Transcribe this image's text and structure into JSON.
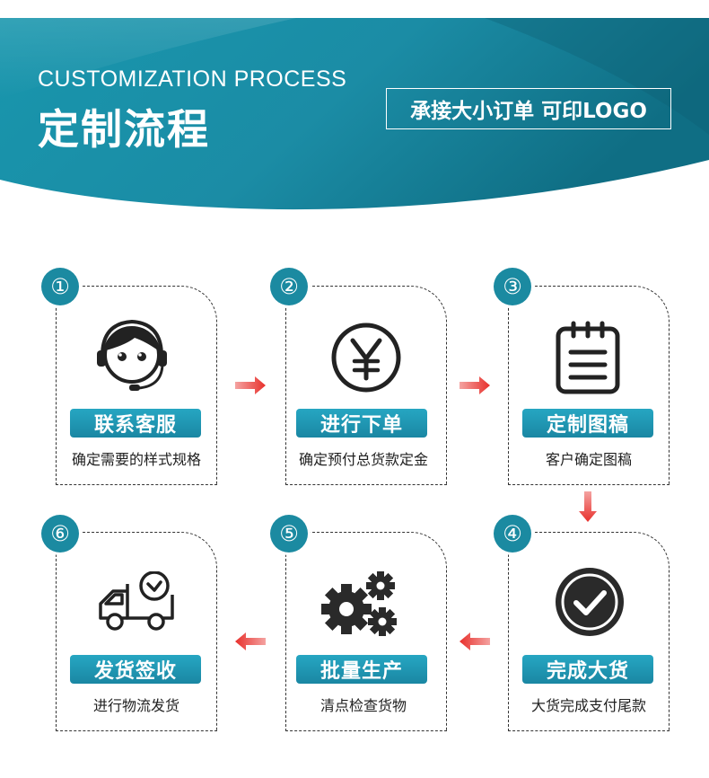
{
  "header": {
    "subtitle_en": "CUSTOMIZATION PROCESS",
    "title_cn": "定制流程",
    "badge": "承接大小订单 可印LOGO"
  },
  "colors": {
    "teal_dark": "#137c91",
    "teal_light": "#2aa8c3",
    "accent_red": "#e8302c"
  },
  "steps": [
    {
      "number": "①",
      "icon": "customer-service-headset-icon",
      "title": "联系客服",
      "desc": "确定需要的样式规格"
    },
    {
      "number": "②",
      "icon": "yen-coin-icon",
      "title": "进行下单",
      "desc": "确定预付总货款定金"
    },
    {
      "number": "③",
      "icon": "notepad-icon",
      "title": "定制图稿",
      "desc": "客户确定图稿"
    },
    {
      "number": "④",
      "icon": "checkmark-circle-icon",
      "title": "完成大货",
      "desc": "大货完成支付尾款"
    },
    {
      "number": "⑤",
      "icon": "gears-icon",
      "title": "批量生产",
      "desc": "清点检查货物"
    },
    {
      "number": "⑥",
      "icon": "delivery-truck-icon",
      "title": "发货签收",
      "desc": "进行物流发货"
    }
  ]
}
